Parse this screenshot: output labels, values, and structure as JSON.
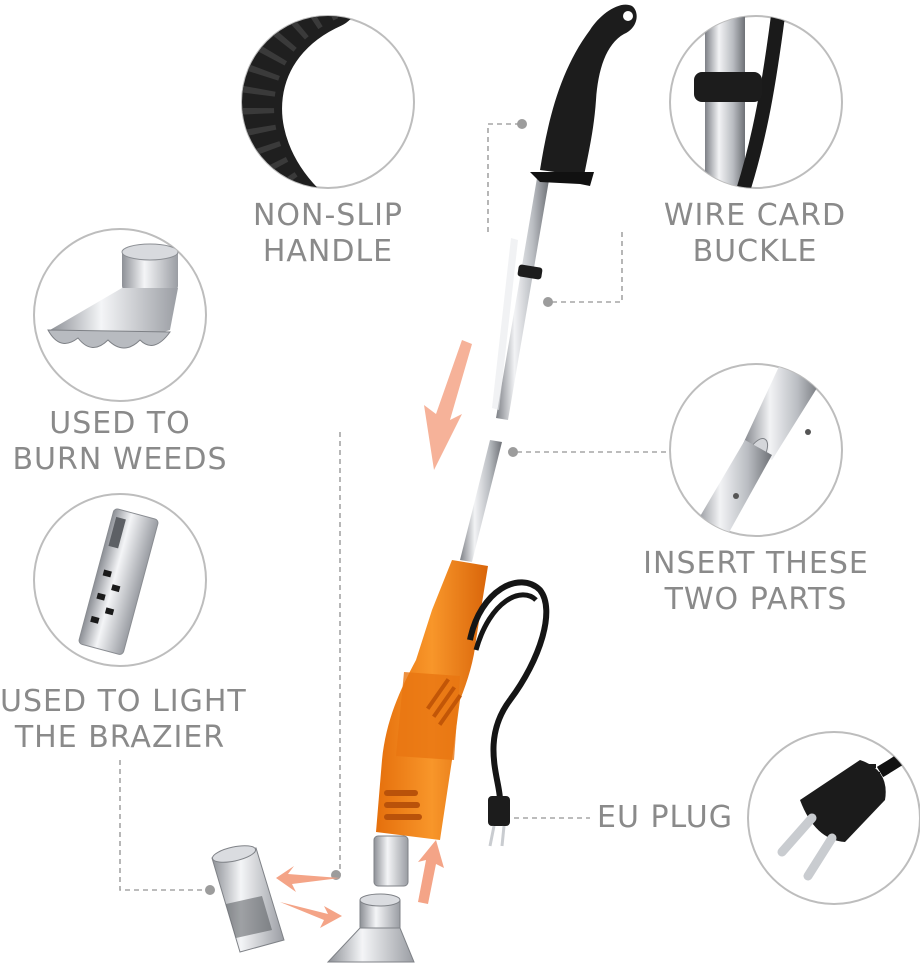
{
  "callouts": {
    "handle": {
      "line1": "NON-SLIP",
      "line2": "HANDLE"
    },
    "buckle": {
      "line1": "WIRE CARD",
      "line2": "BUCKLE"
    },
    "burn": {
      "line1": "USED TO",
      "line2": "BURN WEEDS"
    },
    "insert": {
      "line1": "INSERT THESE",
      "line2": "TWO PARTS"
    },
    "brazier": {
      "line1": "USED TO LIGHT",
      "line2": "THE BRAZIER"
    },
    "plug": {
      "line1": "EU PLUG"
    }
  },
  "colors": {
    "label_gray": "#8a8a8a",
    "body_orange": "#f28a1e",
    "arrow_salmon": "#f4a487",
    "handle_black": "#1c1c1c",
    "metal_silver": "#c9ccd0"
  },
  "icons": [
    "handle-grip-icon",
    "buckle-clip-icon",
    "flame-nozzle-icon",
    "pole-joint-icon",
    "flat-nozzle-icon",
    "eu-plug-icon"
  ]
}
